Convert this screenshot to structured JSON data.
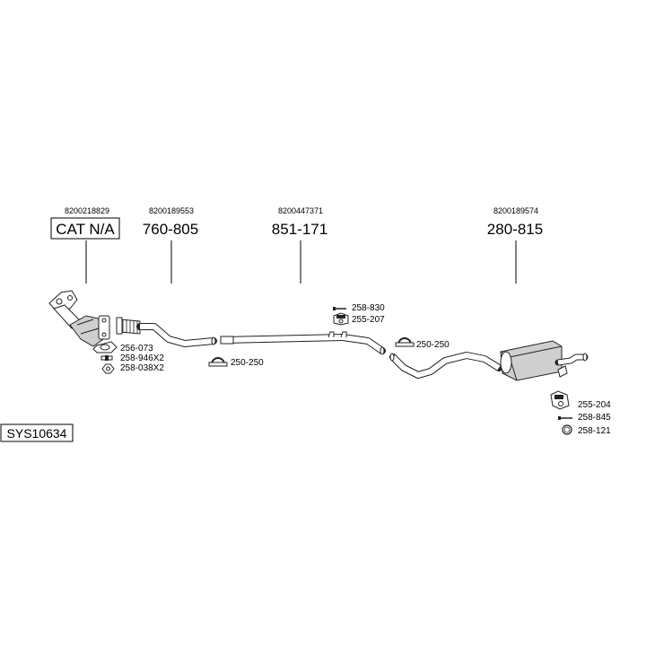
{
  "diagram": {
    "system_code": "SYS10634",
    "main_parts": [
      {
        "oem": "8200218829",
        "code": "CAT N/A",
        "boxed": true
      },
      {
        "oem": "8200189553",
        "code": "760-805",
        "boxed": false
      },
      {
        "oem": "8200447371",
        "code": "851-171",
        "boxed": false
      },
      {
        "oem": "8200189574",
        "code": "280-815",
        "boxed": false
      }
    ],
    "accessories": {
      "cat_gasket": "256-073",
      "cat_bolt": "258-946X2",
      "cat_nut": "258-038X2",
      "clamp_a": "250-250",
      "bolt_mid": "258-830",
      "rubber_mid": "255-207",
      "clamp_b": "250-250",
      "rubber_rear": "255-204",
      "bolt_rear": "258-845",
      "ring_rear": "258-121"
    }
  }
}
